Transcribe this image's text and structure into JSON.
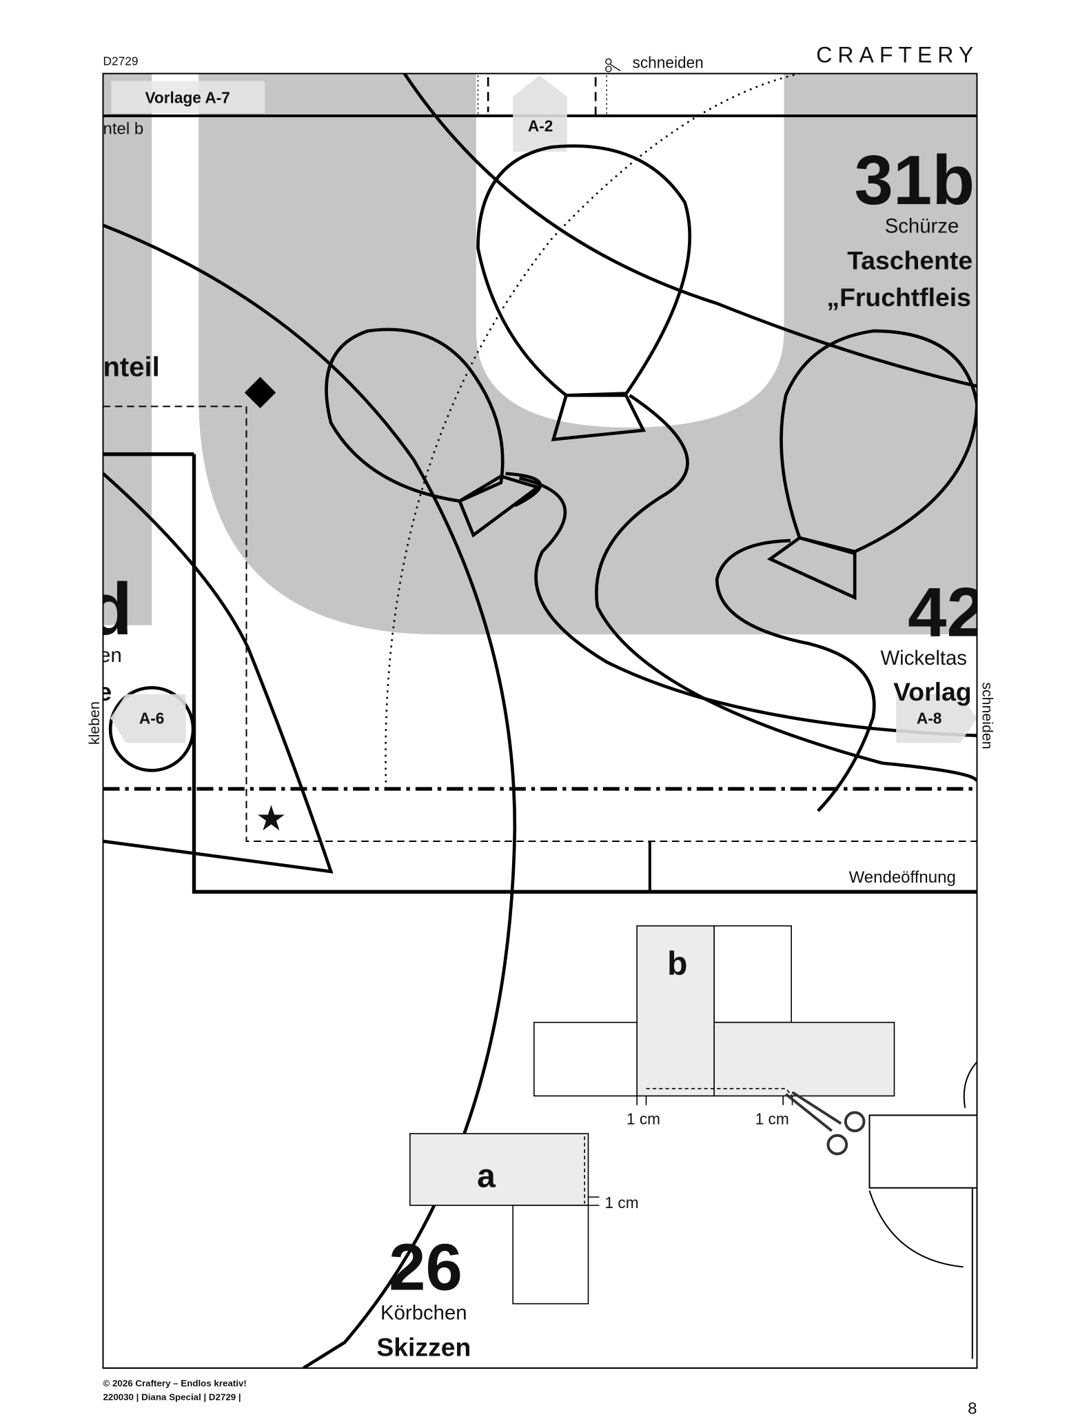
{
  "header": {
    "doc_code": "D2729",
    "brand": "CRAFTERY",
    "cut_label": "schneiden"
  },
  "labels": {
    "template_tag": "Vorlage A-7",
    "part_a2": "A-2",
    "part_a6": "A-6",
    "part_a8": "A-8",
    "glue_label": "kleben",
    "cut_right_label": "schneiden",
    "opening_label": "Wendeöffnung",
    "cut_1cm_1": "1 cm",
    "cut_1cm_2": "1 cm",
    "cut_1cm_3": "1 cm",
    "piece_b": "b",
    "piece_a": "a"
  },
  "pieces": {
    "fragment_top_left": "ntel b",
    "fragment_mid_left": "nteil",
    "left_number": "d",
    "left_sub1": "en",
    "left_sub2": "e",
    "p31b": {
      "number": "31b",
      "name": "Schürze",
      "part": "Taschente",
      "part2": "„Fruchtfleis"
    },
    "p42": {
      "number": "42",
      "name": "Wickeltas",
      "part": "Vorlag"
    },
    "p26": {
      "number": "26",
      "name": "Körbchen",
      "part": "Skizzen"
    }
  },
  "footer": {
    "copyright": "© 2026 Craftery – Endlos kreativ!",
    "ref": "220030 | Diana Special | D2729 |",
    "page_number": "8"
  },
  "colors": {
    "gray": "#c4c5c7",
    "light_gray": "#e6e6e6",
    "line": "#000000"
  }
}
